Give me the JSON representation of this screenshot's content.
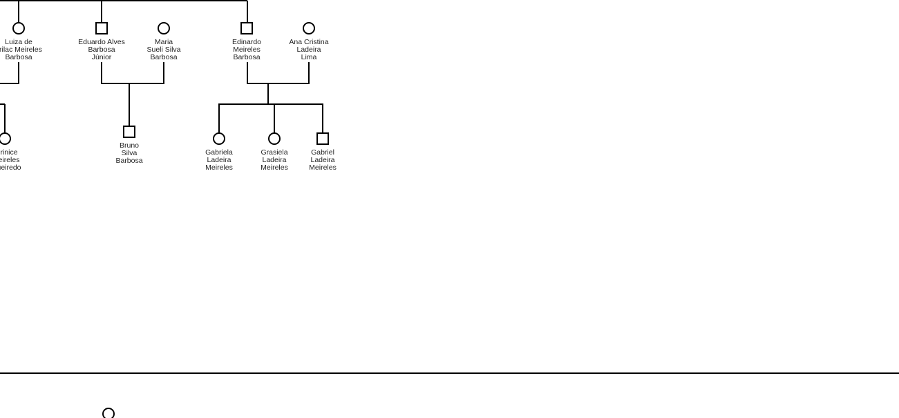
{
  "persons": [
    {
      "id": "luiza",
      "shape": "circle",
      "lines": [
        "Luiza de",
        "arilac Meireles",
        "Barbosa"
      ]
    },
    {
      "id": "eduardo",
      "shape": "square",
      "lines": [
        "Eduardo Alves",
        "Barbosa",
        "Júnior"
      ]
    },
    {
      "id": "maria",
      "shape": "circle",
      "lines": [
        "Maria",
        "Sueli Silva",
        "Barbosa"
      ]
    },
    {
      "id": "edinardo",
      "shape": "square",
      "lines": [
        "Edinardo",
        "Meireles",
        "Barbosa"
      ]
    },
    {
      "id": "ana",
      "shape": "circle",
      "lines": [
        "Ana Cristina",
        "Ladeira",
        "Lima"
      ]
    },
    {
      "id": "marinice",
      "shape": "circle",
      "lines": [
        "rinice",
        "eireles",
        "ueiredo"
      ]
    },
    {
      "id": "bruno",
      "shape": "square",
      "lines": [
        "Bruno",
        "Silva",
        "Barbosa"
      ]
    },
    {
      "id": "gabriela",
      "shape": "circle",
      "lines": [
        "Gabriela",
        "Ladeira",
        "Meireles"
      ]
    },
    {
      "id": "grasiela",
      "shape": "circle",
      "lines": [
        "Grasiela",
        "Ladeira",
        "Meireles"
      ]
    },
    {
      "id": "gabriel",
      "shape": "square",
      "lines": [
        "Gabriel",
        "Ladeira",
        "Meireles"
      ]
    },
    {
      "id": "bottom",
      "shape": "circle",
      "lines": []
    }
  ]
}
